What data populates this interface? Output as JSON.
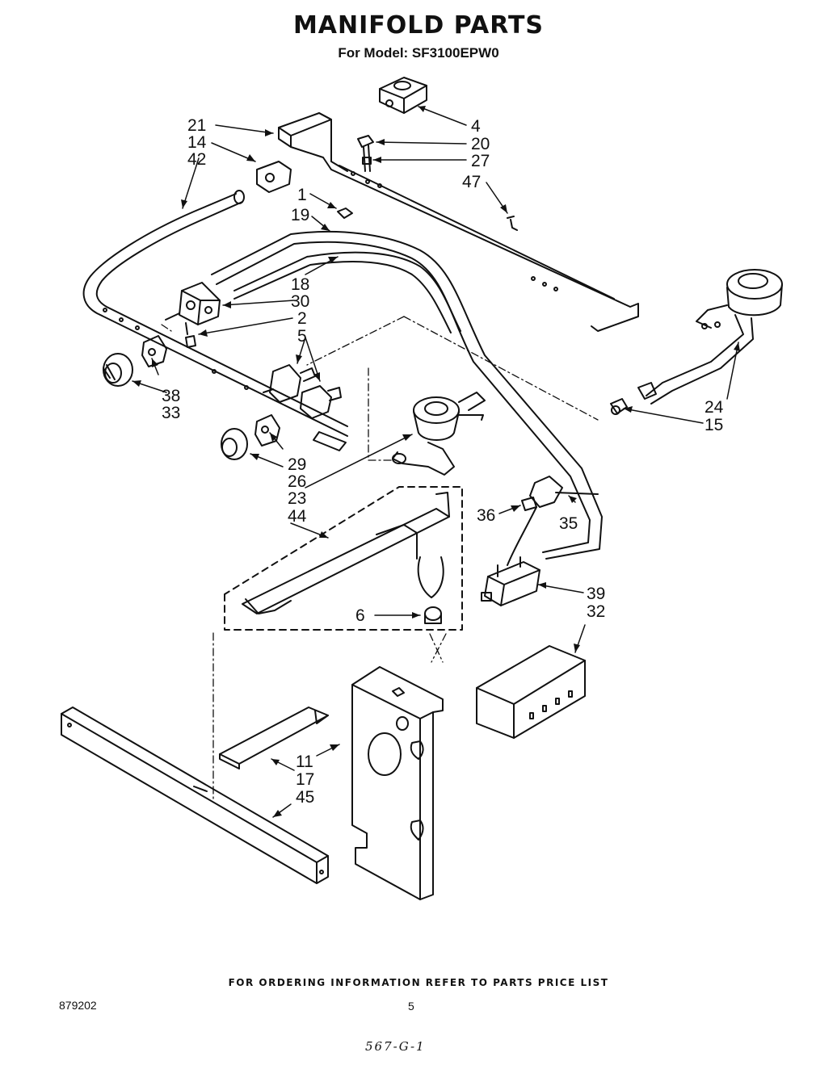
{
  "header": {
    "title": "MANIFOLD PARTS",
    "subtitle": "For Model: SF3100EPW0"
  },
  "callouts": {
    "c21": "21",
    "c14": "14",
    "c42": "42",
    "c4": "4",
    "c20": "20",
    "c27": "27",
    "c47": "47",
    "c1": "1",
    "c19": "19",
    "c18": "18",
    "c30": "30",
    "c2": "2",
    "c5": "5",
    "c38": "38",
    "c33": "33",
    "c29": "29",
    "c26": "26",
    "c23": "23",
    "c44": "44",
    "c6": "6",
    "c24": "24",
    "c15": "15",
    "c36": "36",
    "c35": "35",
    "c39": "39",
    "c32": "32",
    "c11": "11",
    "c17": "17",
    "c45": "45"
  },
  "footer": {
    "ordering_note": "FOR ORDERING INFORMATION REFER TO PARTS PRICE LIST",
    "doc_number": "879202",
    "page_number": "5",
    "handwritten_code": "567-G-1"
  }
}
